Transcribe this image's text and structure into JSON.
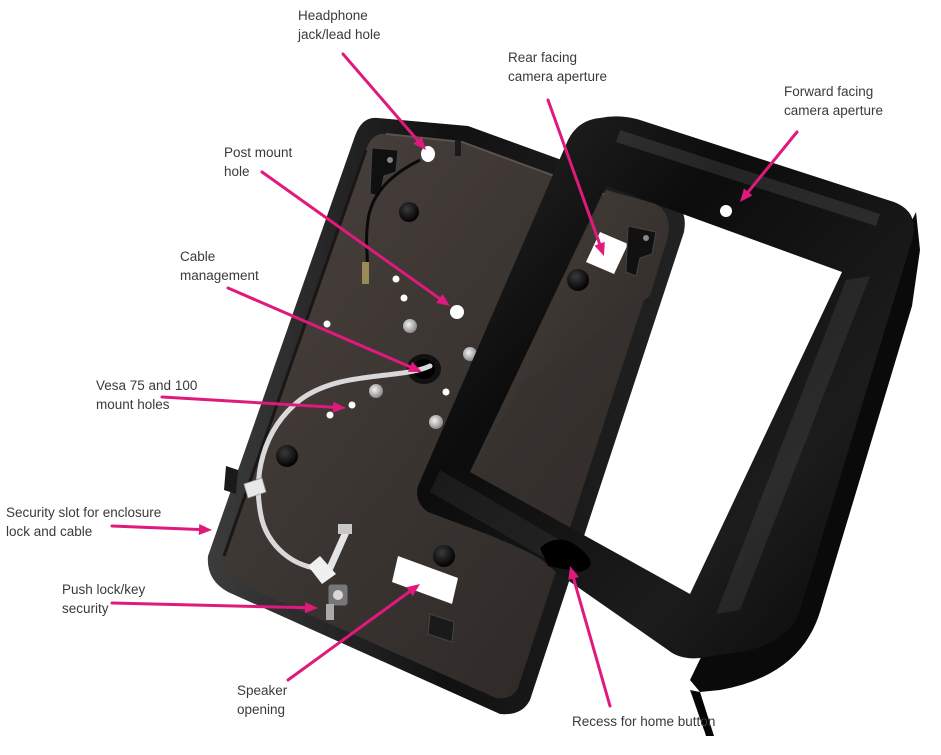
{
  "colors": {
    "background": "#ffffff",
    "callout": "#e0197d",
    "label_text": "#3a3a3a",
    "enclosure": "#141414",
    "backplate": "#3a3431"
  },
  "callouts": [
    {
      "id": "headphone",
      "lines": [
        "Headphone",
        "jack/lead hole"
      ]
    },
    {
      "id": "rear-camera",
      "lines": [
        "Rear facing",
        "camera aperture"
      ]
    },
    {
      "id": "forward-camera",
      "lines": [
        "Forward facing",
        "camera aperture"
      ]
    },
    {
      "id": "post-mount",
      "lines": [
        "Post mount",
        "hole"
      ]
    },
    {
      "id": "cable-management",
      "lines": [
        "Cable",
        "management"
      ]
    },
    {
      "id": "vesa",
      "lines": [
        "Vesa 75 and 100",
        "mount holes"
      ]
    },
    {
      "id": "security-slot",
      "lines": [
        "Security slot for enclosure",
        "lock and cable"
      ]
    },
    {
      "id": "push-lock",
      "lines": [
        "Push lock/key",
        "security"
      ]
    },
    {
      "id": "speaker",
      "lines": [
        "Speaker",
        "opening"
      ]
    },
    {
      "id": "home-button",
      "lines": [
        "Recess for home button"
      ]
    }
  ]
}
